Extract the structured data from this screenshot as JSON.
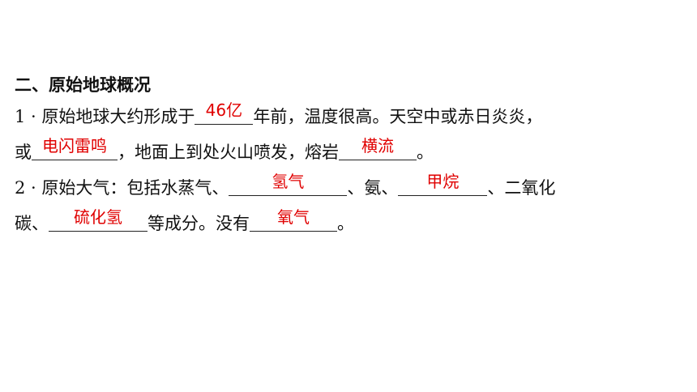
{
  "section": {
    "heading": "二、原始地球概况"
  },
  "q1": {
    "line1": {
      "before": "1 · 原始地球大约形成于",
      "answer": "46亿",
      "after": "年前，温度很高。天空中或赤日炎炎，"
    },
    "line2": {
      "before": "或",
      "answer1": "电闪雷鸣",
      "middle": "，地面上到处火山喷发，熔岩",
      "answer2": "横流",
      "after": "。"
    }
  },
  "q2": {
    "line1": {
      "before": "2 · 原始大气：包括水蒸气、",
      "answer1": "氢气",
      "middle": "、氨、",
      "answer2": "甲烷",
      "after": "、二氧化"
    },
    "line2": {
      "before": "碳、",
      "answer1": "硫化氢",
      "middle": "等成分。没有",
      "answer2": "氧气",
      "after": "。"
    }
  }
}
